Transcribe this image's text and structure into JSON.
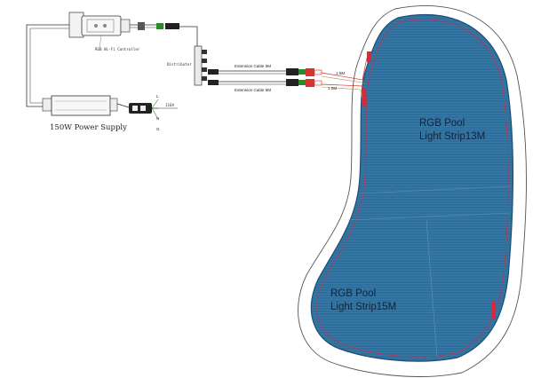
{
  "controller_label": "RGB Wi-Fi Controller",
  "splitter_label": "Distributor",
  "extension_top_label": "Extension Cable 5M",
  "extension_bottom_label": "Extension Cable 5M",
  "lead_top_label": "1.5M",
  "lead_bottom_label": "1.5M",
  "power_supply_label": "150W Power Supply",
  "plug_voltage_label": "110V",
  "terminal_l": "L",
  "terminal_n": "N",
  "terminal_g": "G",
  "strip_13_line1": "RGB Pool",
  "strip_13_line2": "Light Strip13M",
  "strip_15_line1": "RGB Pool",
  "strip_15_line2": "Light Strip15M",
  "colors": {
    "pool_fill": "#2f6f9d",
    "pool_edge": "#1d4e74",
    "strip_red": "#e0243a",
    "connector_red": "#d8332f",
    "line": "#333333"
  }
}
